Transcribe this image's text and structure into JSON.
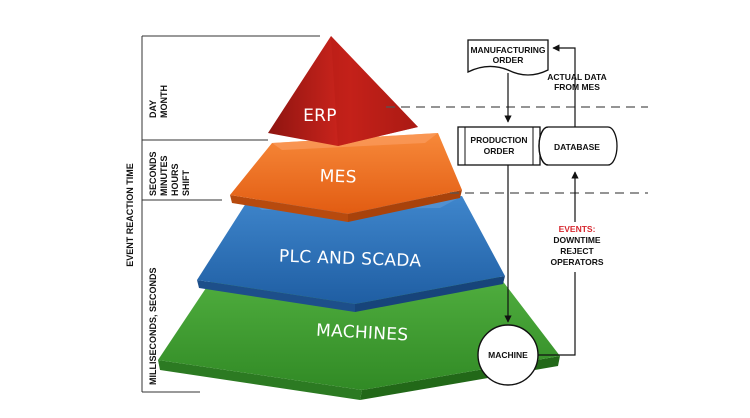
{
  "pyramid": {
    "layers": [
      {
        "label": "ERP",
        "color": "#c8231c"
      },
      {
        "label": "MES",
        "color": "#f26b1d"
      },
      {
        "label": "PLC AND SCADA",
        "color": "#2f73b9"
      },
      {
        "label": "MACHINES",
        "color": "#43a332"
      }
    ]
  },
  "reaction_time": {
    "axis_label": "EVENT REACTION TIME",
    "bands": {
      "top": [
        "DAY",
        "MONTH"
      ],
      "middle": [
        "SECONDS",
        "MINUTES",
        "HOURS",
        "SHIFT"
      ],
      "bottom": [
        "MILLISECONDS, SECONDS"
      ]
    }
  },
  "flow": {
    "manufacturing_order": [
      "MANUFACTURING",
      "ORDER"
    ],
    "actual_data": [
      "ACTUAL DATA",
      "FROM MES"
    ],
    "production_order": [
      "PRODUCTION",
      "ORDER"
    ],
    "database": "DATABASE",
    "events": {
      "title": "EVENTS:",
      "items": [
        "DOWNTIME",
        "REJECT",
        "OPERATORS"
      ],
      "title_color": "#d7282f"
    },
    "machine": "MACHINE"
  }
}
